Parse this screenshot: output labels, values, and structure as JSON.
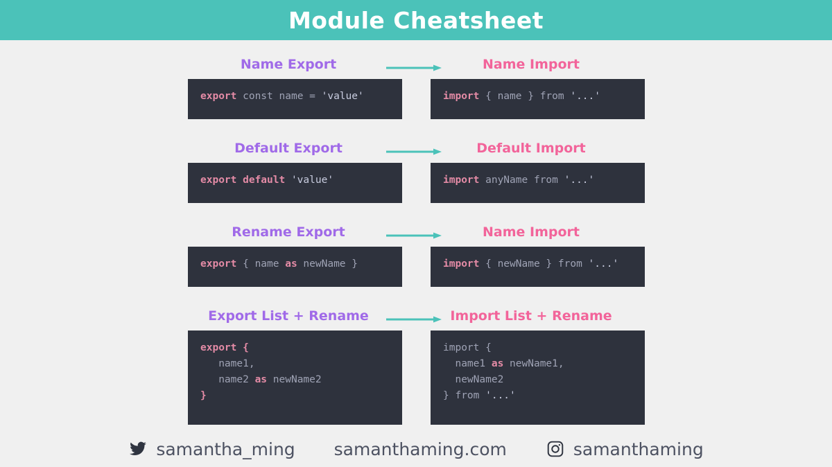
{
  "header": {
    "title": "Module Cheatsheet",
    "bg_color": "#4bc2b9",
    "text_color": "#ffffff"
  },
  "colors": {
    "page_background": "#f0f0f0",
    "code_background": "#2e323d",
    "export_label": "#a06ae8",
    "import_label": "#f2649a",
    "arrow": "#4bc2b9",
    "keyword": "#e48ba6",
    "code_text": "#b9bdd0"
  },
  "rows": [
    {
      "export_label": "Name Export",
      "import_label": "Name Import",
      "arrow_icon": "arrow-right-icon",
      "export_code": "export const name = 'value'",
      "import_code": "import { name } from '...'"
    },
    {
      "export_label": "Default Export",
      "import_label": "Default Import",
      "arrow_icon": "arrow-right-icon",
      "export_code": "export default 'value'",
      "import_code": "import anyName from '...'"
    },
    {
      "export_label": "Rename Export",
      "import_label": "Name Import",
      "arrow_icon": "arrow-right-icon",
      "export_code": "export { name as newName }",
      "import_code": "import { newName } from '...'"
    },
    {
      "export_label": "Export List + Rename",
      "import_label": "Import List + Rename",
      "arrow_icon": "arrow-right-icon",
      "export_code": "export {\n   name1,\n   name2 as newName2\n}",
      "import_code": "import {\n  name1 as newName1,\n  newName2\n} from '...'"
    }
  ],
  "code_tokens": {
    "r1_export": [
      {
        "t": "export",
        "c": "kw"
      },
      {
        "t": " const name = ",
        "c": "plain"
      },
      {
        "t": "'value'",
        "c": "str"
      }
    ],
    "r1_import": [
      {
        "t": "import",
        "c": "kw"
      },
      {
        "t": " { name } from ",
        "c": "plain"
      },
      {
        "t": "'...'",
        "c": "str"
      }
    ],
    "r2_export": [
      {
        "t": "export default",
        "c": "kw"
      },
      {
        "t": " ",
        "c": "plain"
      },
      {
        "t": "'value'",
        "c": "str"
      }
    ],
    "r2_import": [
      {
        "t": "import",
        "c": "kw"
      },
      {
        "t": " anyName from ",
        "c": "plain"
      },
      {
        "t": "'...'",
        "c": "str"
      }
    ],
    "r3_export": [
      {
        "t": "export",
        "c": "kw"
      },
      {
        "t": " { name ",
        "c": "plain"
      },
      {
        "t": "as",
        "c": "kw"
      },
      {
        "t": " newName }",
        "c": "plain"
      }
    ],
    "r3_import": [
      {
        "t": "import",
        "c": "kw"
      },
      {
        "t": " { newName } from ",
        "c": "plain"
      },
      {
        "t": "'...'",
        "c": "str"
      }
    ],
    "r4_export": [
      {
        "t": "export {",
        "c": "kw"
      },
      {
        "t": "\n   name1,\n   name2 ",
        "c": "plain"
      },
      {
        "t": "as",
        "c": "kw"
      },
      {
        "t": " newName2\n",
        "c": "plain"
      },
      {
        "t": "}",
        "c": "kw"
      }
    ],
    "r4_import": [
      {
        "t": "import {",
        "c": "plain"
      },
      {
        "t": "\n  name1 ",
        "c": "plain"
      },
      {
        "t": "as",
        "c": "kw"
      },
      {
        "t": " newName1,\n  newName2\n",
        "c": "plain"
      },
      {
        "t": "} from ",
        "c": "plain"
      },
      {
        "t": "'...'",
        "c": "str"
      }
    ]
  },
  "footer": {
    "items": [
      {
        "icon": "twitter-icon",
        "label": "samantha_ming"
      },
      {
        "icon": "",
        "label": "samanthaming.com"
      },
      {
        "icon": "instagram-icon",
        "label": "samanthaming"
      }
    ]
  }
}
